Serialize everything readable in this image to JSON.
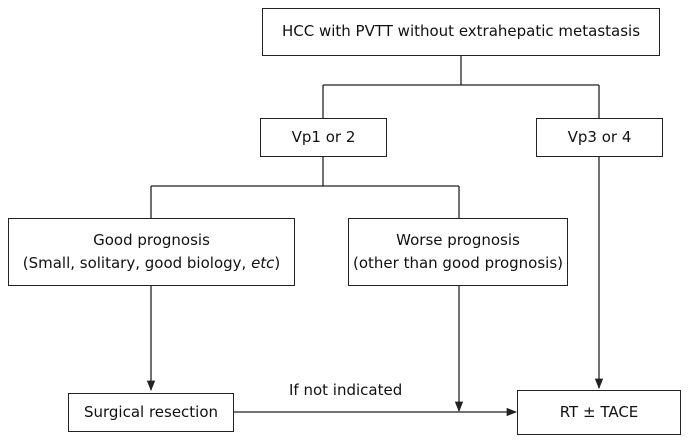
{
  "nodes": {
    "root": "HCC with PVTT without extrahepatic metastasis",
    "vp12": "Vp1 or 2",
    "vp34": "Vp3 or 4",
    "good": {
      "line1": "Good prognosis",
      "line2_pre": "(Small, solitary, good biology, ",
      "line2_em": "etc",
      "line2_post": ")"
    },
    "worse": {
      "line1": "Worse prognosis",
      "line2": "(other than good prognosis)"
    },
    "surgery": "Surgical resection",
    "rt": "RT ± TACE"
  },
  "edge_label": "If not indicated"
}
